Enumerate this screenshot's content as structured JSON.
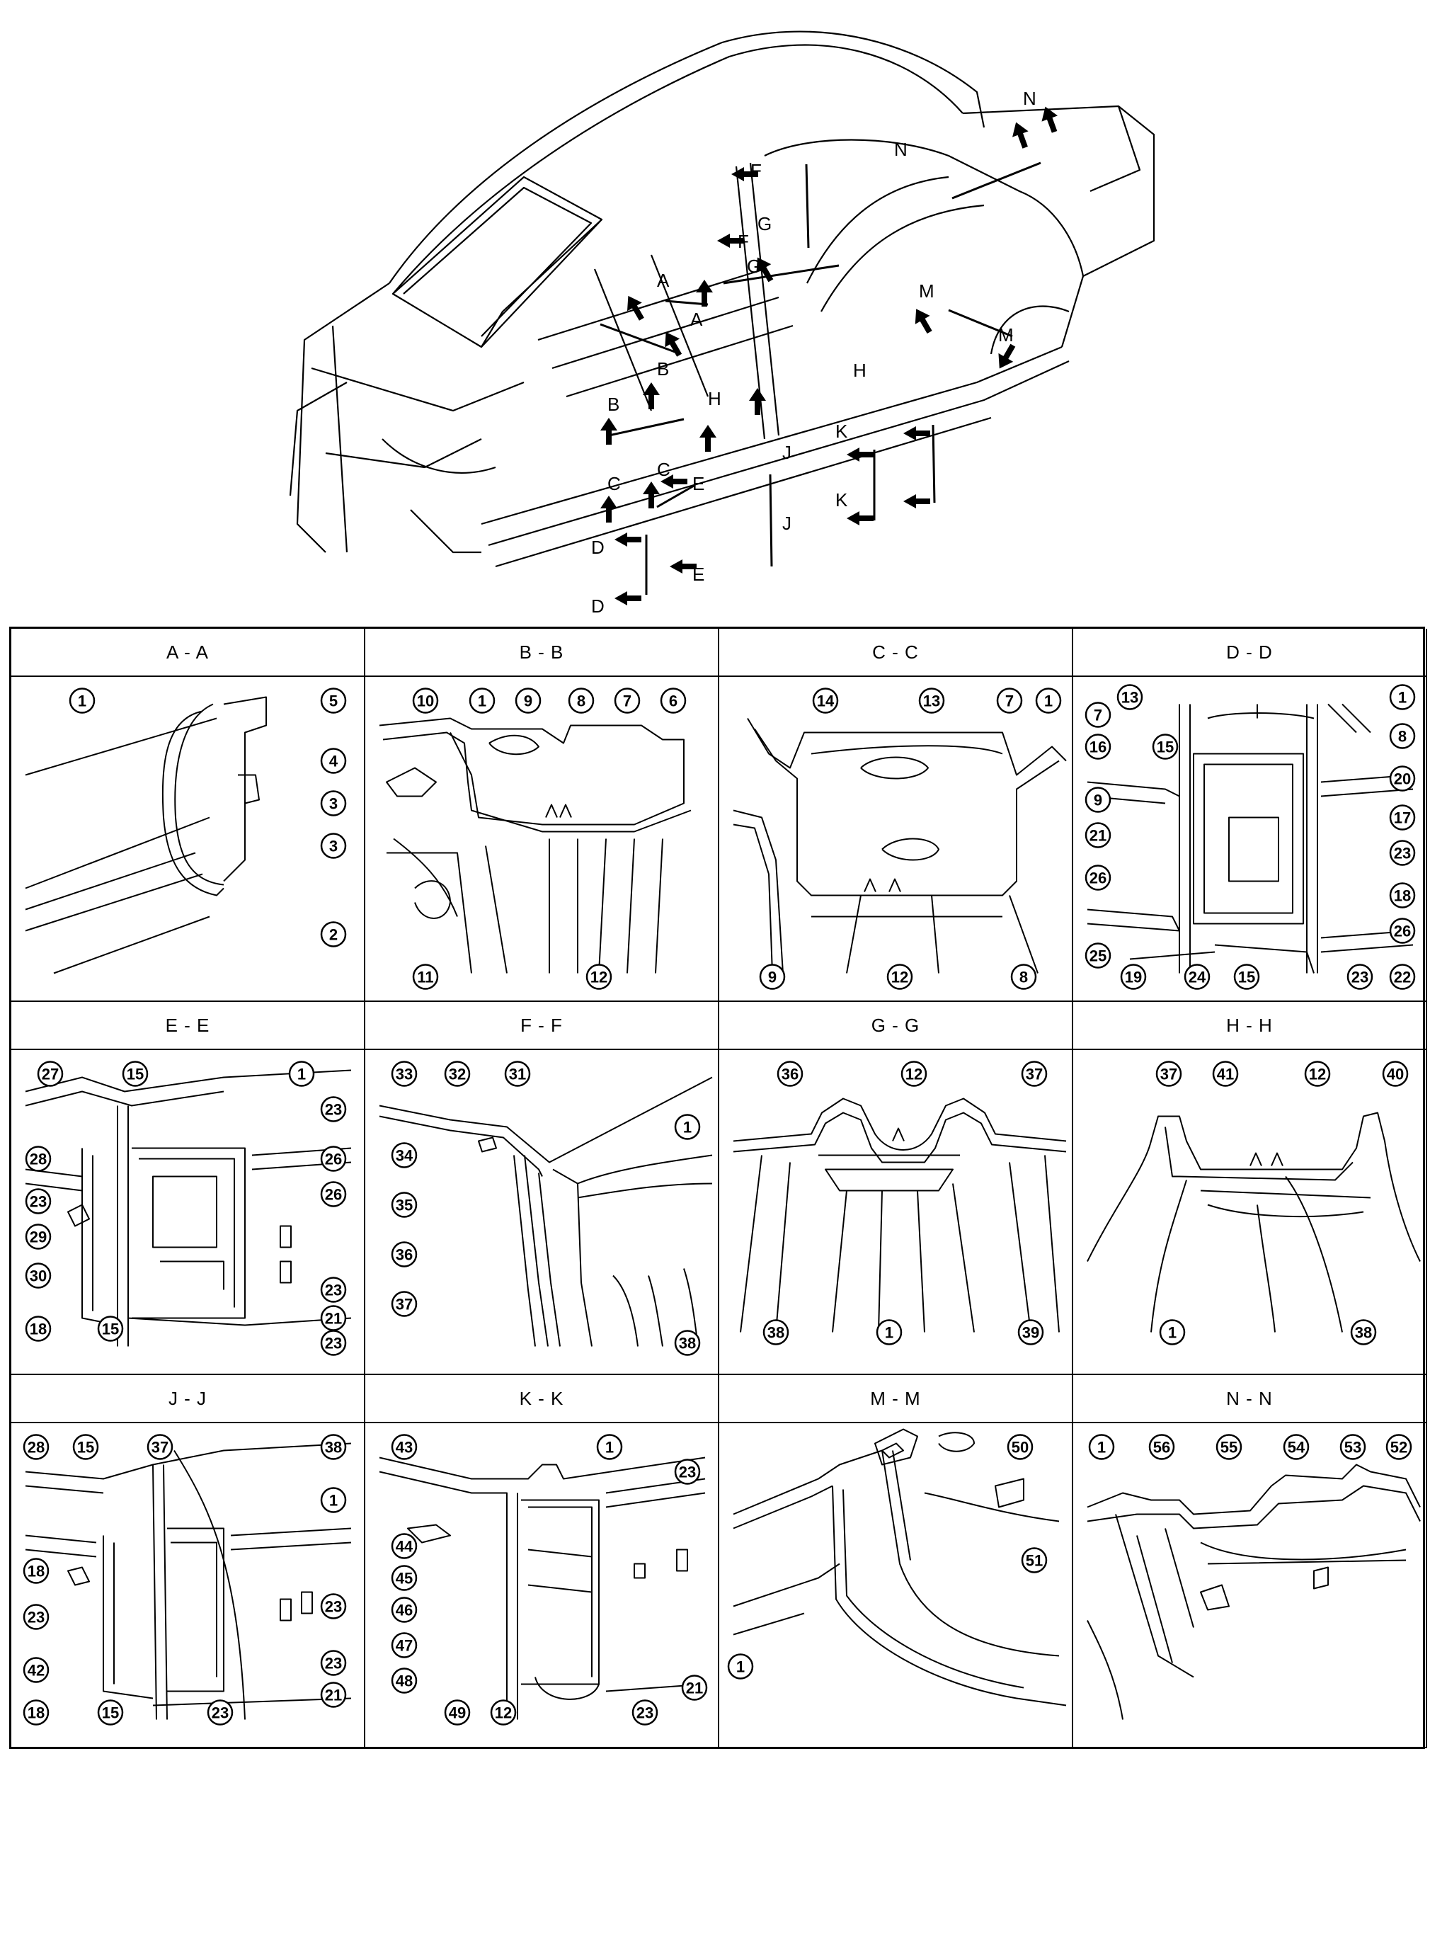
{
  "overview": {
    "section_markers": [
      "A",
      "A",
      "B",
      "B",
      "C",
      "C",
      "D",
      "D",
      "E",
      "E",
      "F",
      "F",
      "G",
      "G",
      "H",
      "H",
      "J",
      "J",
      "K",
      "K",
      "M",
      "M",
      "N",
      "N"
    ]
  },
  "panels": [
    {
      "title": "A - A",
      "callouts": [
        "1",
        "5",
        "4",
        "3",
        "3",
        "2"
      ]
    },
    {
      "title": "B - B",
      "callouts": [
        "10",
        "1",
        "9",
        "8",
        "7",
        "6",
        "11",
        "12"
      ]
    },
    {
      "title": "C - C",
      "callouts": [
        "14",
        "13",
        "7",
        "1",
        "9",
        "12",
        "8"
      ]
    },
    {
      "title": "D - D",
      "callouts": [
        "13",
        "1",
        "7",
        "8",
        "16",
        "15",
        "20",
        "9",
        "17",
        "21",
        "23",
        "26",
        "18",
        "26",
        "25",
        "19",
        "24",
        "15",
        "23",
        "22"
      ]
    },
    {
      "title": "E - E",
      "callouts": [
        "27",
        "15",
        "1",
        "23",
        "28",
        "26",
        "23",
        "26",
        "29",
        "30",
        "23",
        "21",
        "18",
        "15",
        "23"
      ]
    },
    {
      "title": "F - F",
      "callouts": [
        "33",
        "32",
        "31",
        "1",
        "34",
        "35",
        "36",
        "37",
        "38"
      ]
    },
    {
      "title": "G - G",
      "callouts": [
        "36",
        "12",
        "37",
        "38",
        "1",
        "39"
      ]
    },
    {
      "title": "H - H",
      "callouts": [
        "37",
        "41",
        "12",
        "40",
        "1",
        "38"
      ]
    },
    {
      "title": "J - J",
      "callouts": [
        "28",
        "15",
        "37",
        "38",
        "1",
        "18",
        "23",
        "23",
        "42",
        "23",
        "21",
        "18",
        "15",
        "23"
      ]
    },
    {
      "title": "K - K",
      "callouts": [
        "43",
        "1",
        "23",
        "44",
        "45",
        "46",
        "47",
        "48",
        "49",
        "12",
        "23",
        "21"
      ]
    },
    {
      "title": "M - M",
      "callouts": [
        "50",
        "51",
        "1"
      ]
    },
    {
      "title": "N - N",
      "callouts": [
        "1",
        "56",
        "55",
        "54",
        "53",
        "52"
      ]
    }
  ]
}
